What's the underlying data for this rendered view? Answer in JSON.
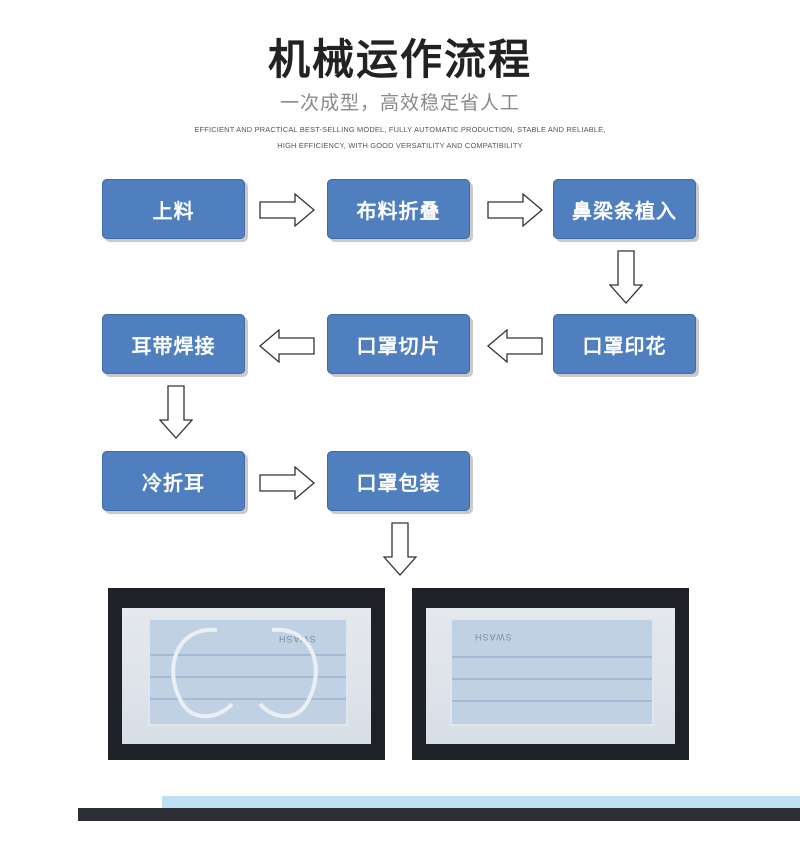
{
  "header": {
    "title": "机械运作流程",
    "subtitle": "一次成型，高效稳定省人工",
    "tagline_line1": "EFFICIENT AND PRACTICAL BEST-SELLING MODEL, FULLY AUTOMATIC PRODUCTION, STABLE AND RELIABLE,",
    "tagline_line2": "HIGH EFFICIENCY, WITH GOOD VERSATILITY AND COMPATIBILITY"
  },
  "steps": {
    "s1": "上料",
    "s2": "布料折叠",
    "s3": "鼻梁条植入",
    "s4": "口罩印花",
    "s5": "口罩切片",
    "s6": "耳带焊接",
    "s7": "冷折耳",
    "s8": "口罩包装"
  },
  "photos": {
    "left_print": "SWASH",
    "right_print": "SWASH"
  },
  "colors": {
    "step_fill": "#4f7fbe",
    "accent_strip": "#bfe0f4",
    "footer_strip": "#2b2f34"
  }
}
